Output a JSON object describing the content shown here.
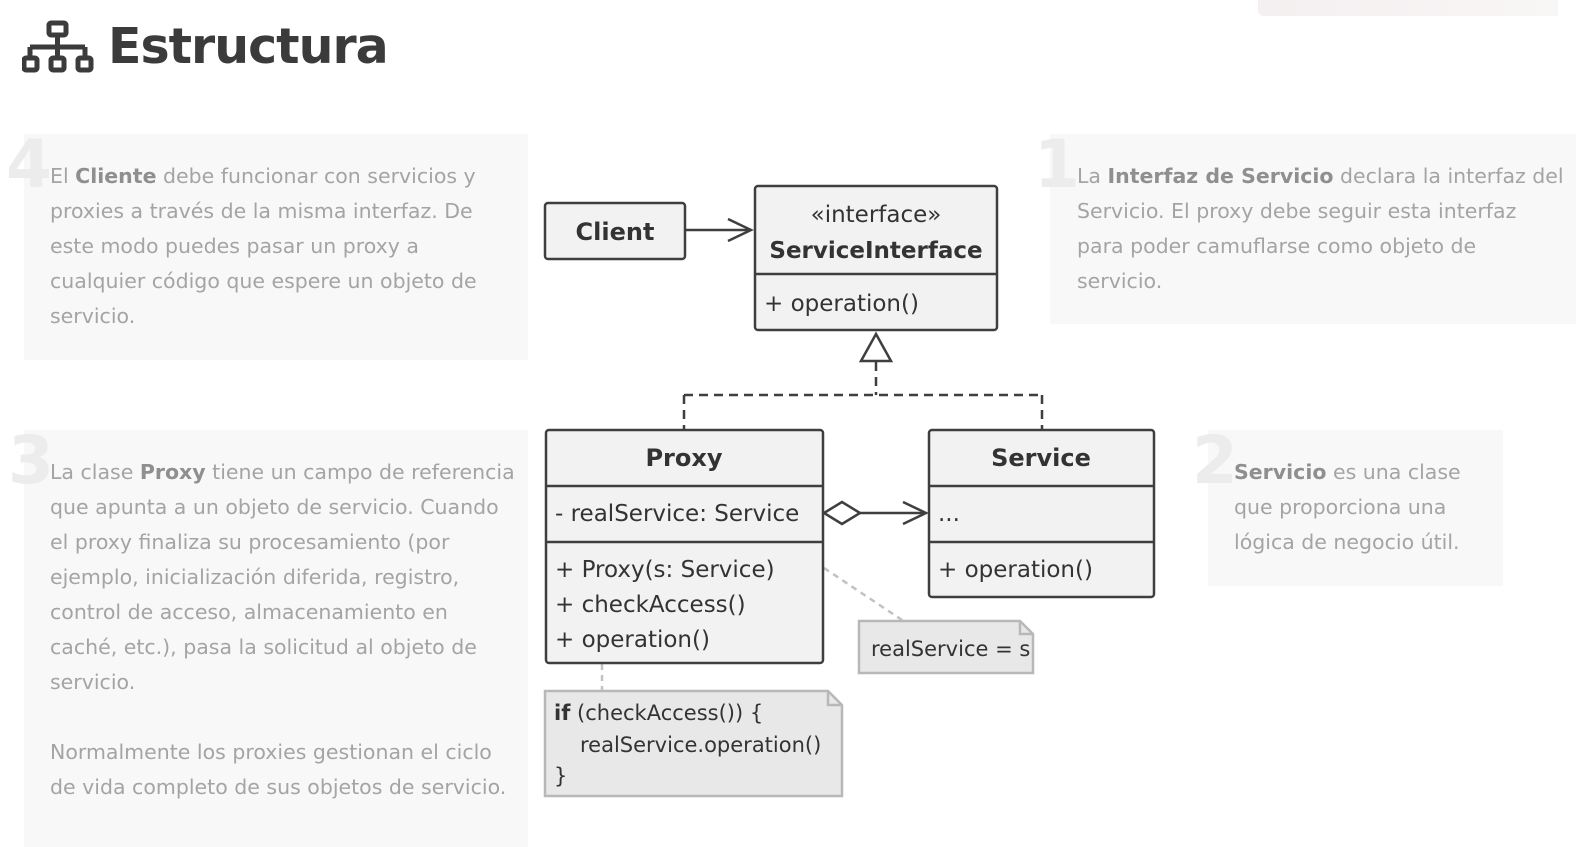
{
  "header": {
    "title": "Estructura",
    "icon": "sitemap-icon"
  },
  "notes": {
    "client": {
      "number": "4",
      "pre": "El ",
      "bold": "Cliente",
      "post": " debe funcionar con servicios y proxies a través de la misma interfaz. De este modo puedes pasar un proxy a cualquier código que espere un objeto de servicio."
    },
    "interface": {
      "number": "1",
      "pre": "La ",
      "bold": "Interfaz de Servicio",
      "post": " declara la interfaz del Servicio. El proxy debe seguir esta interfaz para poder camuflarse como objeto de servicio."
    },
    "proxy": {
      "number": "3",
      "pre": "La clase ",
      "bold": "Proxy",
      "post": " tiene un campo de referencia que apunta a un objeto de servicio. Cuando el proxy finaliza su procesamiento (por ejemplo, inicialización diferida, registro, control de acceso, almacenamiento en caché, etc.), pasa la solicitud al objeto de servicio.",
      "para2": "Normalmente los proxies gestionan el ciclo de vida completo de sus objetos de servicio."
    },
    "service": {
      "number": "2",
      "pre": "",
      "bold": "Servicio",
      "post": " es una clase que proporciona una lógica de negocio útil."
    }
  },
  "diagram": {
    "client": {
      "name": "Client"
    },
    "service_interface": {
      "stereotype": "«interface»",
      "name": "ServiceInterface",
      "methods": [
        "+ operation()"
      ]
    },
    "proxy": {
      "name": "Proxy",
      "fields": [
        "- realService: Service"
      ],
      "methods": [
        "+ Proxy(s: Service)",
        "+ checkAccess()",
        "+ operation()"
      ]
    },
    "service": {
      "name": "Service",
      "fields": [
        "..."
      ],
      "methods": [
        "+ operation()"
      ]
    },
    "note_constructor": {
      "text": "realService = s"
    },
    "note_operation": {
      "keyword": "if",
      "line1_rest": " (checkAccess()) {",
      "line2": "realService.operation()",
      "line3": "}"
    }
  },
  "colors": {
    "box_fill": "#f2f2f2",
    "box_stroke": "#3f3f3f",
    "note_fill": "#e8e8e8",
    "note_stroke": "#b8b8b8",
    "description_text": "#a4a4a4",
    "description_bold": "#8f8f8f"
  }
}
